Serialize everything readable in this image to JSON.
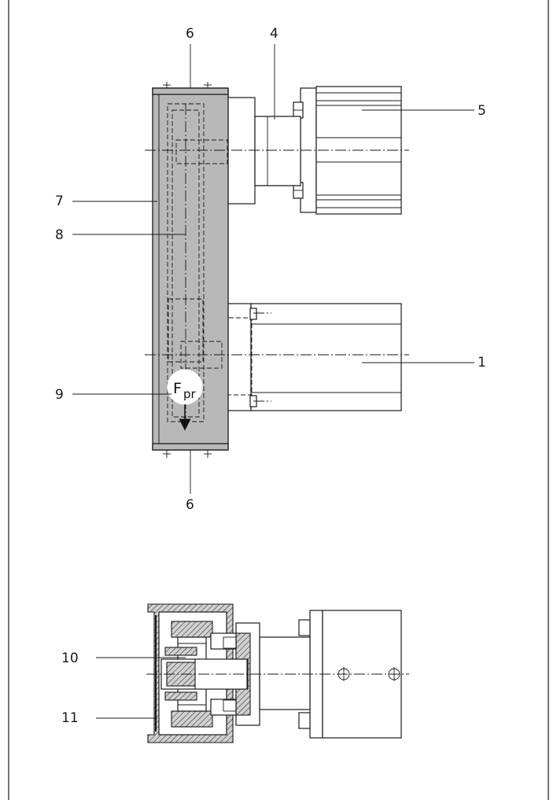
{
  "labels": {
    "l1": "1",
    "l4": "4",
    "l5": "5",
    "l6_top": "6",
    "l6_bottom": "6",
    "l7": "7",
    "l8": "8",
    "l9": "9",
    "l10": "10",
    "l11": "11"
  },
  "force": {
    "main": "F",
    "sub": "pr"
  },
  "colors": {
    "housing_fill": "#b8b8b8",
    "line": "#1a1a1a",
    "background": "#ffffff"
  }
}
